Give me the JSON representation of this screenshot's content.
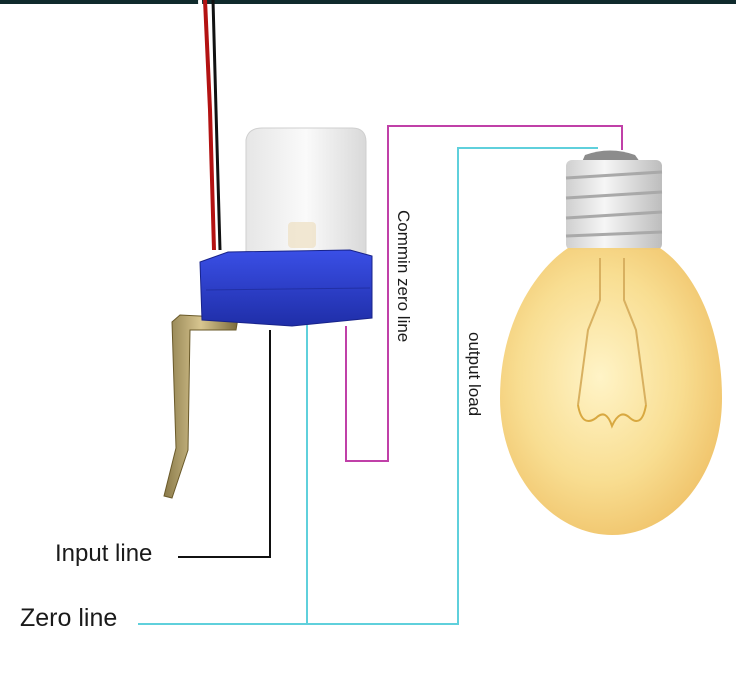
{
  "labels": {
    "input_line": "Input line",
    "zero_line": "Zero line",
    "common_zero_line": "Commin zero line",
    "output_load": "output load"
  },
  "components": {
    "sensor": "photocell-light-sensor-switch",
    "lamp": "incandescent-light-bulb",
    "bracket": "mounting-bracket"
  },
  "colors": {
    "input_wire": "#111111",
    "zero_wire": "#5fd0dc",
    "common_wire": "#c040a8",
    "output_wire": "#5fd0dc",
    "sensor_base": "#2f3fd0",
    "sensor_dome": "#eeeeee",
    "bulb_glass": "#f5d98a",
    "top_bar": "#0f2a2c"
  }
}
